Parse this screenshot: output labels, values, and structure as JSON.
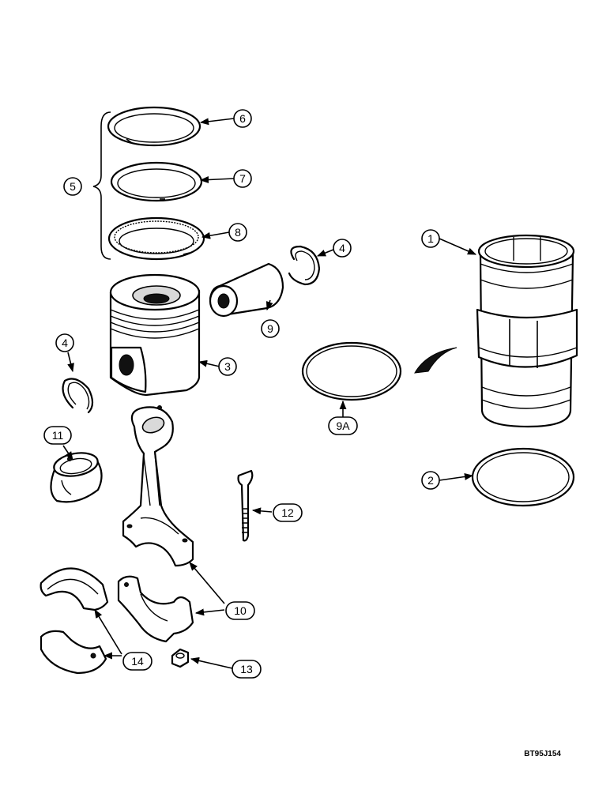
{
  "diagram": {
    "callouts": [
      "1",
      "2",
      "3",
      "4",
      "4",
      "5",
      "6",
      "7",
      "8",
      "9",
      "9A",
      "10",
      "11",
      "12",
      "13",
      "14"
    ]
  },
  "figure_code": "BT95J154"
}
